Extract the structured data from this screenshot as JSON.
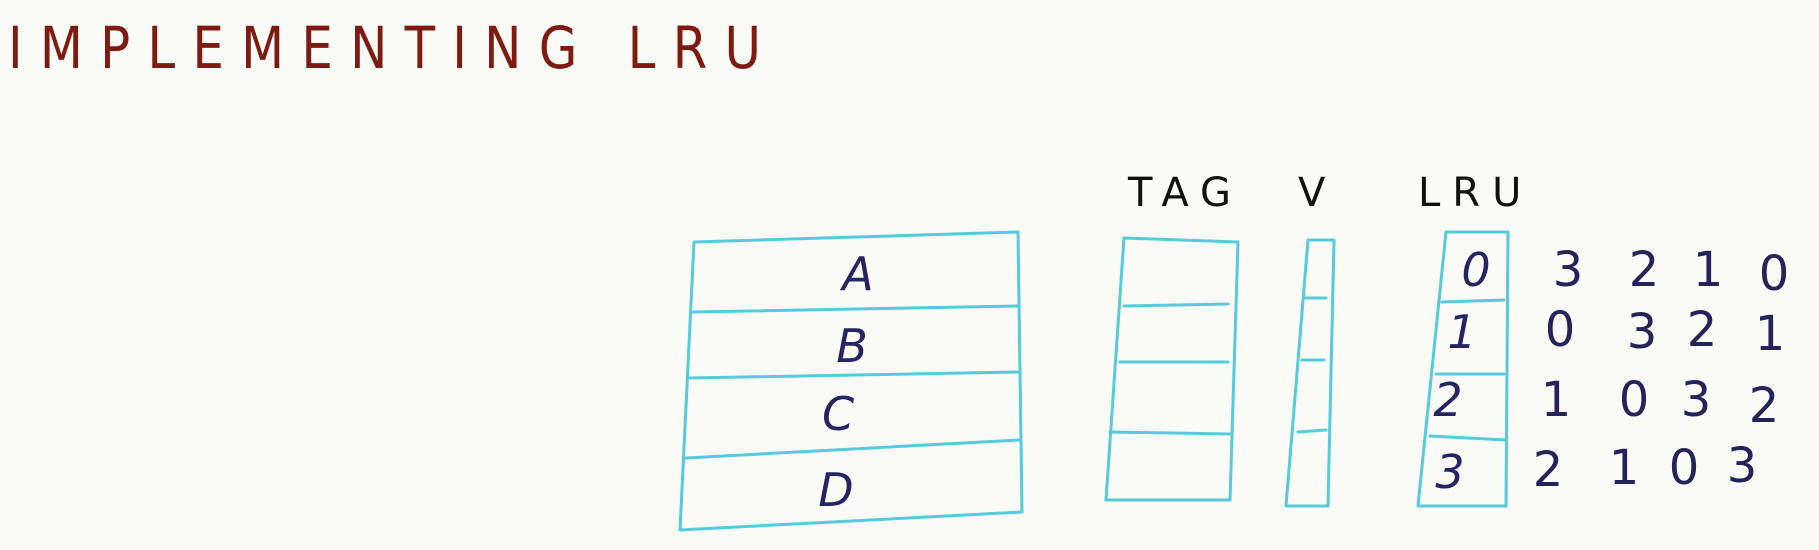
{
  "title": "IMPLEMENTING LRU",
  "headers": {
    "tag": "TAG",
    "valid": "V",
    "lru": "LRU"
  },
  "blocks": [
    "A",
    "B",
    "C",
    "D"
  ],
  "lru_counters": [
    "0",
    "1",
    "2",
    "3"
  ],
  "lru_sequence": [
    [
      "3",
      "2",
      "1",
      "0"
    ],
    [
      "0",
      "3",
      "2",
      "1"
    ],
    [
      "1",
      "0",
      "3",
      "2"
    ],
    [
      "2",
      "1",
      "0",
      "3"
    ]
  ],
  "colors": {
    "box": "#56cbdc",
    "title": "#7e1a10",
    "letters": "#262462",
    "headers": "#111111"
  }
}
